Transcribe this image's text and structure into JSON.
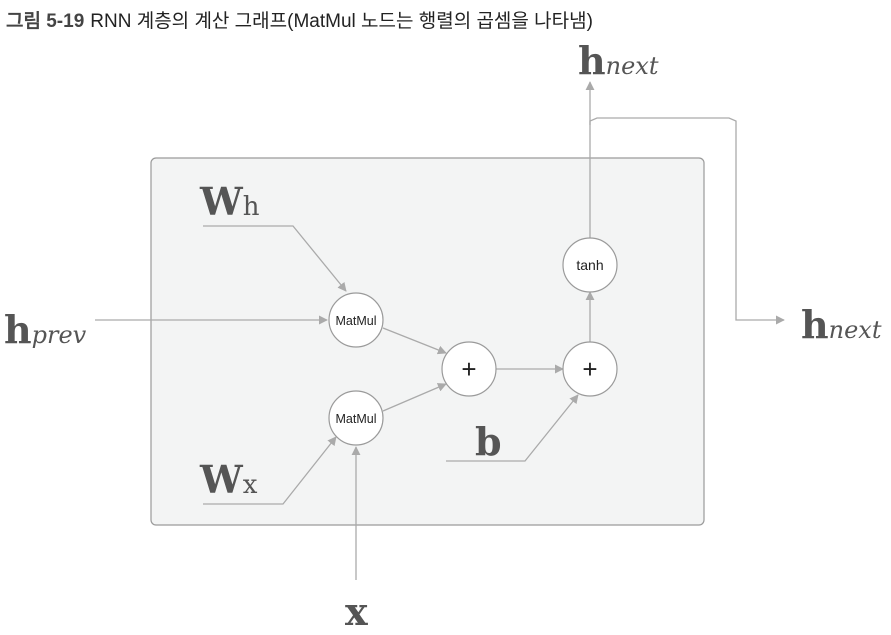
{
  "caption": {
    "number": "그림 5-19",
    "text": "RNN 계층의 계산 그래프(MatMul 노드는 행렬의 곱셈을 나타냄)"
  },
  "labels": {
    "h_next_top": {
      "base": "h",
      "sub": "next"
    },
    "h_next_right": {
      "base": "h",
      "sub": "next"
    },
    "h_prev": {
      "base": "h",
      "sub": "prev"
    },
    "W_h": {
      "base": "W",
      "sub": "h"
    },
    "W_x": {
      "base": "W",
      "sub": "x"
    },
    "b": "b",
    "x": "x"
  },
  "nodes": {
    "matmul_top": "MatMul",
    "matmul_bottom": "MatMul",
    "plus_left": "+",
    "plus_right": "+",
    "tanh": "tanh"
  }
}
